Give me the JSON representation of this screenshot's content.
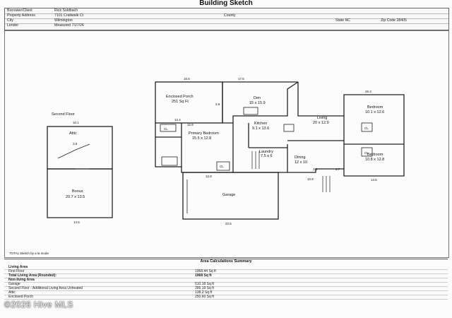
{
  "title": "Building Sketch",
  "header": {
    "borrower_label": "Borrower/Client",
    "borrower_value": "Rick Soldbach",
    "property_label": "Property Address",
    "property_value": "7101 Cratiwalk Ct",
    "county_label": "County",
    "city_label": "City",
    "city_value": "Wilmington",
    "state_label": "State NC",
    "zip_label": "Zip Code 28405",
    "lender_label": "Lender",
    "measured_label": "Measured 7/27/26"
  },
  "sketch": {
    "second_floor_label": "Second Floor",
    "attic_label": "Attic",
    "bonus_label": "Bonus",
    "bonus_dim": "20.7 x 13.5",
    "enclosed_porch_label": "Enclosed Porch",
    "enclosed_porch_area": "251 Sq Ft",
    "den_label": "Den",
    "den_dim": "15 x 15.9",
    "kitchen_label": "Kitchen",
    "kitchen_dim": "9.1 x 13.6",
    "primary_bedroom_label": "Primary Bedroom",
    "primary_bedroom_dim": "15.5 x 12.8",
    "living_label": "Living",
    "living_dim": "20 x 12.9",
    "bedroom1_label": "Bedroom",
    "bedroom1_dim": "10.1 x 12.6",
    "bedroom2_label": "Bedroom",
    "bedroom2_dim": "10.8 x 12.8",
    "dining_label": "Dining",
    "dining_dim": "12 x 10",
    "laundry_label": "Laundry",
    "laundry_dim": "7.5 x 6",
    "garage_label": "Garage",
    "closet_label": "CL",
    "dims": {
      "d1": "10.1",
      "d2": "14.5",
      "d3": "16.5",
      "d4": "17.5",
      "d5": "26.3",
      "d6": "12.4",
      "d7": "12.8",
      "d8": "22.6",
      "d9": "12.8",
      "d10": "10.8",
      "d11": "14.6",
      "d12": "3.9",
      "d13": "3.9",
      "d14": "3.5",
      "d15": "4.7"
    },
    "total_label": "TOTAL Sketch by a la mode"
  },
  "summary": {
    "title": "Area Calculations Summary",
    "rows": [
      {
        "label": "Living Area",
        "value": ""
      },
      {
        "label": "First Floor",
        "value": "1968.44 Sq ft"
      },
      {
        "label": "Total Living Area (Rounded):",
        "value": "1968 Sq ft"
      },
      {
        "label": "Non-living Area",
        "value": ""
      },
      {
        "label": "Garage",
        "value": "510.18 Sq ft"
      },
      {
        "label": "Second Floor - Additional Living Area Unheated",
        "value": "395.19 Sq ft"
      },
      {
        "label": "Attic",
        "value": "138.2 Sq ft"
      },
      {
        "label": "Enclosed Porch",
        "value": "250.60 Sq ft"
      }
    ]
  },
  "watermark": "©2026 Hive MLS"
}
